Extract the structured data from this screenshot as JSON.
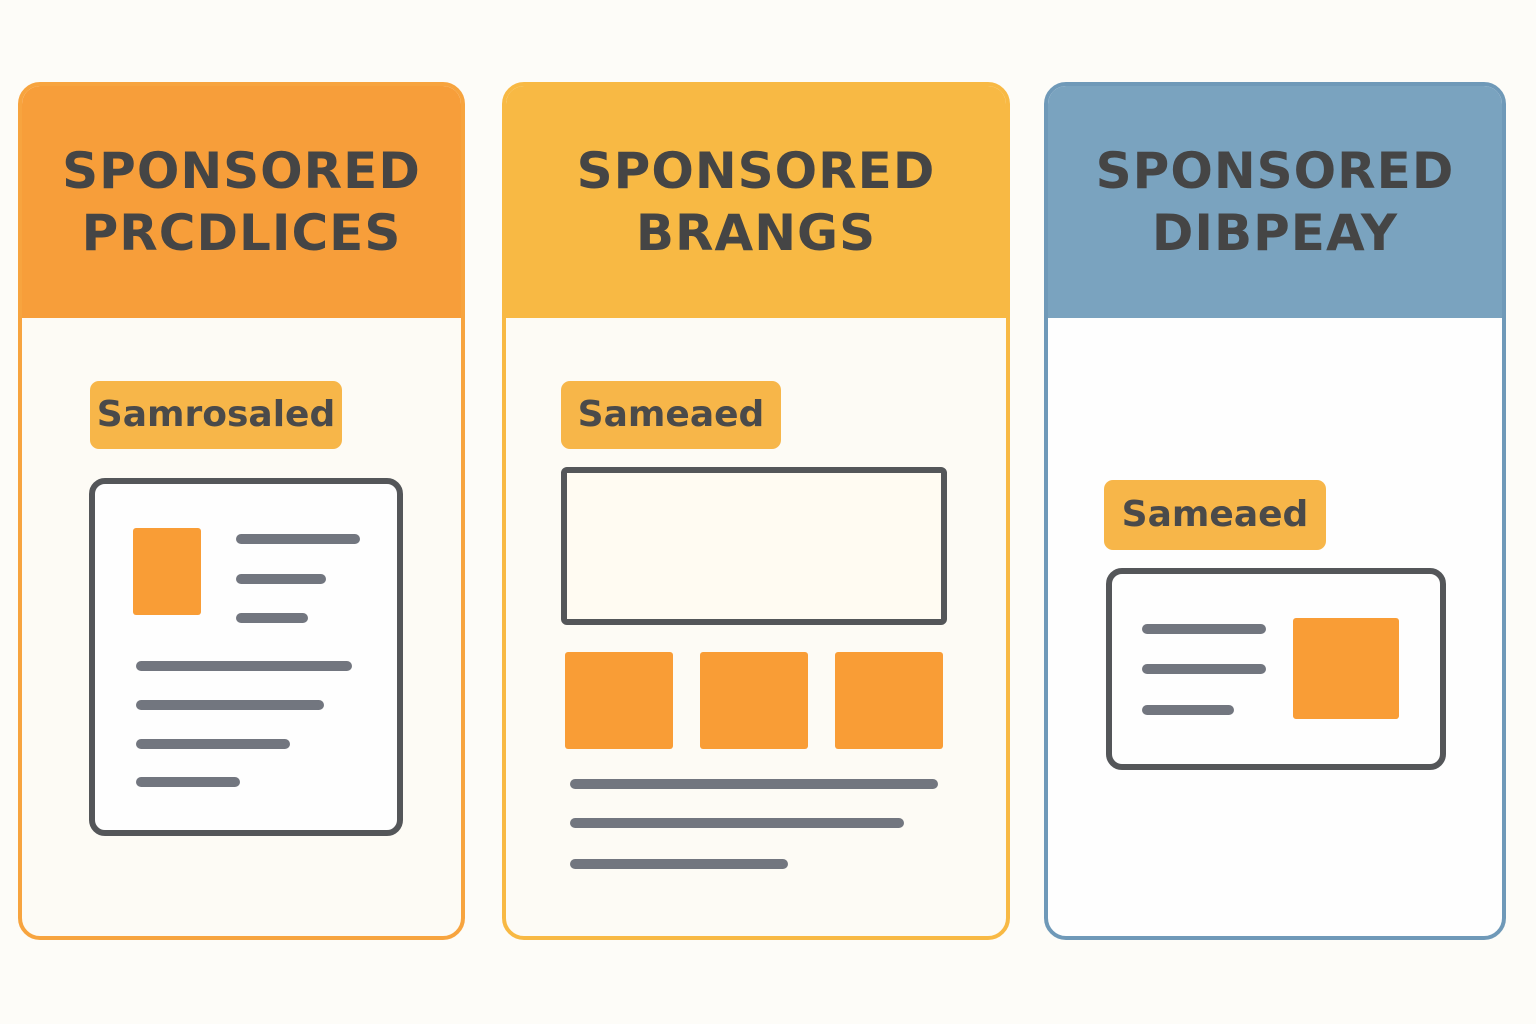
{
  "cards": [
    {
      "title_line1": "SPONSORED",
      "title_line2": "PRCDLICES",
      "badge": "Samrosaled",
      "header_color": "#f79e3a",
      "border_color": "#f7a43f"
    },
    {
      "title_line1": "SPONSORED",
      "title_line2": "BRANGS",
      "badge": "Sameaed",
      "header_color": "#f8b944",
      "border_color": "#f8b944"
    },
    {
      "title_line1": "SPONSORED",
      "title_line2": "DIBPEAY",
      "badge": "Sameaed",
      "header_color": "#7aa3bf",
      "border_color": "#6f99b8"
    }
  ],
  "colors": {
    "accent_orange": "#f99d36",
    "badge_yellow": "#f7b649",
    "text_line_gray": "#72767f",
    "frame_dark": "#545659"
  },
  "icons": [
    "product-listing-icon",
    "brand-banner-icon",
    "display-ad-icon"
  ]
}
